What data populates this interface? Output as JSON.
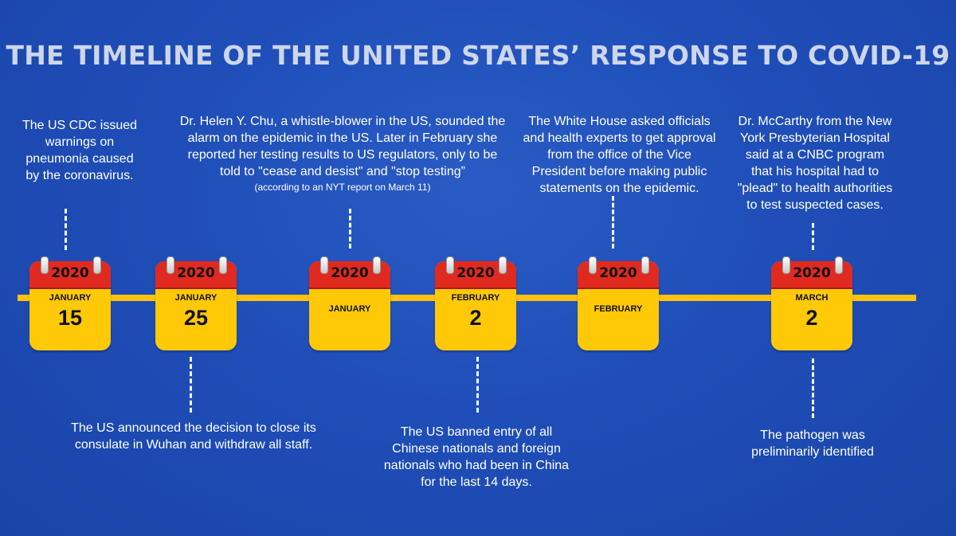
{
  "title": "THE TIMELINE OF THE UNITED STATES’ RESPONSE TO COVID-19",
  "events": [
    {
      "year": "2020",
      "month": "JANUARY",
      "day": "15"
    },
    {
      "year": "2020",
      "month": "JANUARY",
      "day": "25"
    },
    {
      "year": "2020",
      "month": "JANUARY",
      "day": ""
    },
    {
      "year": "2020",
      "month": "FEBRUARY",
      "day": "2"
    },
    {
      "year": "2020",
      "month": "FEBRUARY",
      "day": ""
    },
    {
      "year": "2020",
      "month": "MARCH",
      "day": "2"
    }
  ],
  "notes_top": [
    {
      "text": "The US CDC issued warnings on pneumonia caused by the coronavirus."
    },
    {
      "text": "Dr. Helen Y. Chu, a whistle-blower in the US, sounded the alarm on the epidemic in the US. Later in February she reported her testing results to US regulators, only to be told to \"cease and desist\" and \"stop testing”",
      "source": "(according to an NYT report on March 11)"
    },
    {
      "text": "The White House asked officials and health experts to get approval from the office of the Vice President before making public statements on the epidemic."
    },
    {
      "text": "Dr. McCarthy from the New York Presbyterian Hospital said at a CNBC program that his hospital had to \"plead\" to health authorities to test suspected cases."
    }
  ],
  "notes_bottom": [
    {
      "text": "The US announced the decision to close its consulate in Wuhan and withdraw all staff."
    },
    {
      "text": "The US banned entry of all Chinese nationals and foreign nationals who had been in China for the last 14 days."
    },
    {
      "text": "The pathogen was preliminarily identified"
    }
  ],
  "colors": {
    "background": "#1f4eb8",
    "timeline": "#ffc20e",
    "calendar_body": "#ffc907",
    "calendar_head": "#e02a20"
  }
}
